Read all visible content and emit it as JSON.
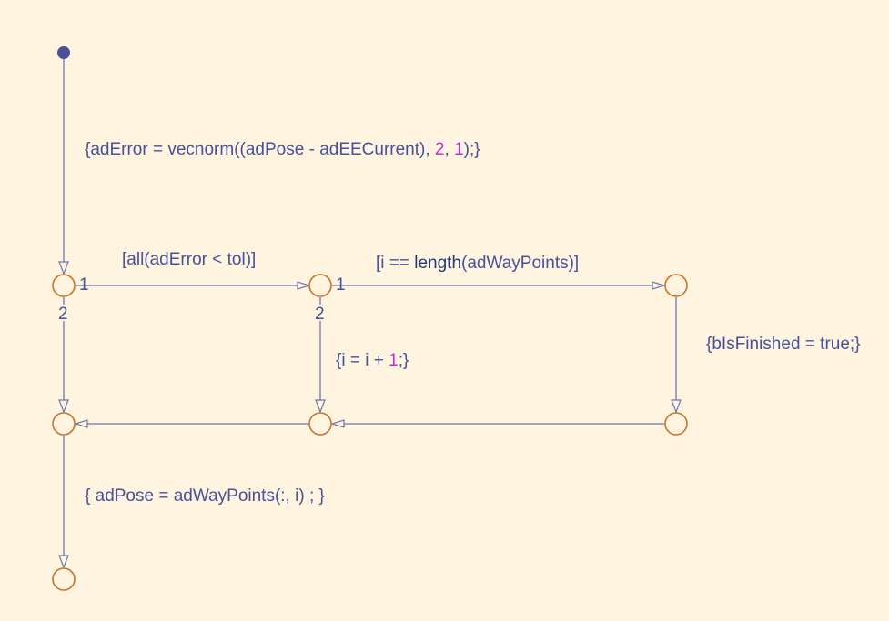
{
  "colors": {
    "background": "#fff4e0",
    "junction": "#c8732a",
    "transition": "#6e77ad",
    "default_dot": "#4a4f9a",
    "text": "#47519a",
    "number": "#c42ed0",
    "function": "#1f3a7a"
  },
  "labels": {
    "compute_error": {
      "pre": "{adError = vecnorm((adPose - adEECurrent), ",
      "n1": "2",
      "mid": ", ",
      "n2": "1",
      "post": ");}"
    },
    "converged_guard": "[all(adError < tol)]",
    "last_waypoint_guard": {
      "pre": "[i == ",
      "fn": "length",
      "post": "(adWayPoints)]"
    },
    "finished_action": "{bIsFinished = true;}",
    "increment_action": {
      "pre": "{i = i + ",
      "n1": "1",
      "post": ";}"
    },
    "pose_action": "{ adPose = adWayPoints(:, i) ; }"
  },
  "orders": {
    "j1_first": "1",
    "j1_second": "2",
    "j2_first": "1",
    "j2_second": "2"
  }
}
